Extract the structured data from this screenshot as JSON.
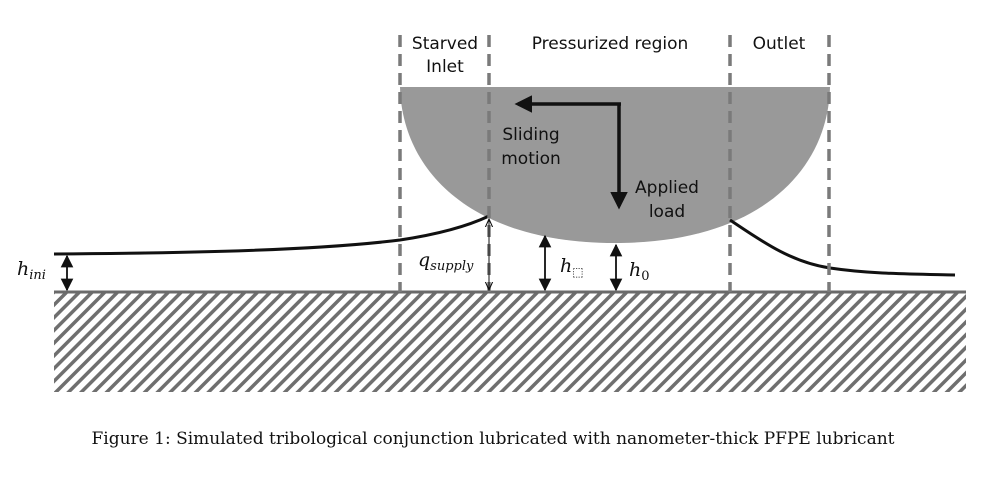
{
  "regions": {
    "starved_inlet": [
      "Starved",
      "Inlet"
    ],
    "pressurized": "Pressurized region",
    "outlet": "Outlet"
  },
  "arrows": {
    "sliding": [
      "Sliding",
      "motion"
    ],
    "load": [
      "Applied",
      "load"
    ]
  },
  "symbols": {
    "h_ini": {
      "base": "h",
      "sub": "ini"
    },
    "q_supply": {
      "base": "q",
      "sub": "supply"
    },
    "h_box": {
      "base": "h",
      "sub": "⬚"
    },
    "h_0": {
      "base": "h",
      "sub": "0"
    }
  },
  "caption": "Figure 1: Simulated tribological conjunction lubricated with nanometer-thick PFPE lubricant"
}
